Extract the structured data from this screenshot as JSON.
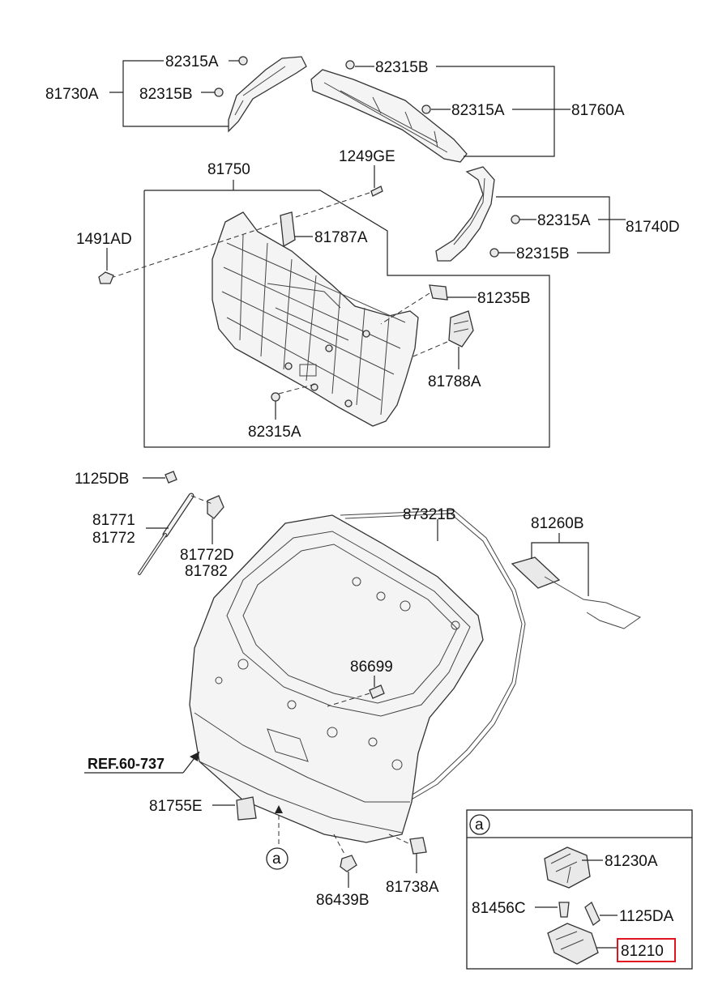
{
  "labels": {
    "l_82315A_top": "82315A",
    "l_81730A": "81730A",
    "l_82315B_top": "82315B",
    "l_82315B_right": "82315B",
    "l_82315A_right": "82315A",
    "l_81760A": "81760A",
    "l_81750": "81750",
    "l_1249GE": "1249GE",
    "l_1491AD": "1491AD",
    "l_81787A": "81787A",
    "l_82315A_mid": "82315A",
    "l_81740D": "81740D",
    "l_82315B_mid": "82315B",
    "l_81235B": "81235B",
    "l_81788A": "81788A",
    "l_82315A_bottom": "82315A",
    "l_1125DB": "1125DB",
    "l_81771": "81771",
    "l_81772": "81772",
    "l_81772D": "81772D",
    "l_81782": "81782",
    "l_87321B": "87321B",
    "l_81260B": "81260B",
    "l_86699": "86699",
    "l_ref": "REF.60-737",
    "l_81755E": "81755E",
    "l_a_callout": "a",
    "l_86439B": "86439B",
    "l_81738A": "81738A",
    "l_a_inset": "a",
    "l_81230A": "81230A",
    "l_81456C": "81456C",
    "l_1125DA": "1125DA",
    "l_81210": "81210"
  },
  "highlight": {
    "part": "81210",
    "color": "#e0141e"
  }
}
